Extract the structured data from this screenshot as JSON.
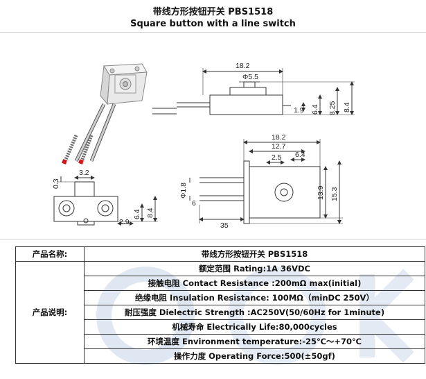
{
  "header": {
    "title_cn": "带线方形按钮开关 PBS1518",
    "title_en": "Square button with a line switch"
  },
  "drawing": {
    "top_view": {
      "dim_width": "18.2",
      "dim_hole": "Φ5.5",
      "dim_a": "1.9",
      "dim_b": "6.4",
      "dim_c": "8.25",
      "dim_d": "8.4"
    },
    "side_view": {
      "dim_a": "18.2",
      "dim_b": "12.7",
      "dim_c": "6.4",
      "dim_d": "2.5",
      "dim_e": "Φ1.8",
      "dim_f": "6",
      "dim_g": "13.9",
      "dim_h": "15.3",
      "dim_i": "35"
    },
    "front_view": {
      "dim_a": "0.3",
      "dim_b": "3.2",
      "dim_c": "2.9",
      "dim_d": "6.4",
      "dim_e": "8.4"
    }
  },
  "table": {
    "name_label": "产品名称:",
    "name_value": "带线方形按钮开关 PBS1518",
    "desc_label": "产品说明:",
    "rows": [
      "额定范围 Rating:1A 36VDC",
      "接触电阻 Contact Resistance :200mΩ max(initial)",
      "绝缘电阻 Insulation Resistance: 100MΩ（minDC 250V）",
      "耐压强度 Dielectric Strength :AC250V(50/60Hz for 1minute)",
      "机械寿命 Electrically Life:80,000cycles",
      "环境温度 Environment temperature:-25℃～+70℃",
      "操作力度 Operating Force:500(±50gf)"
    ]
  }
}
